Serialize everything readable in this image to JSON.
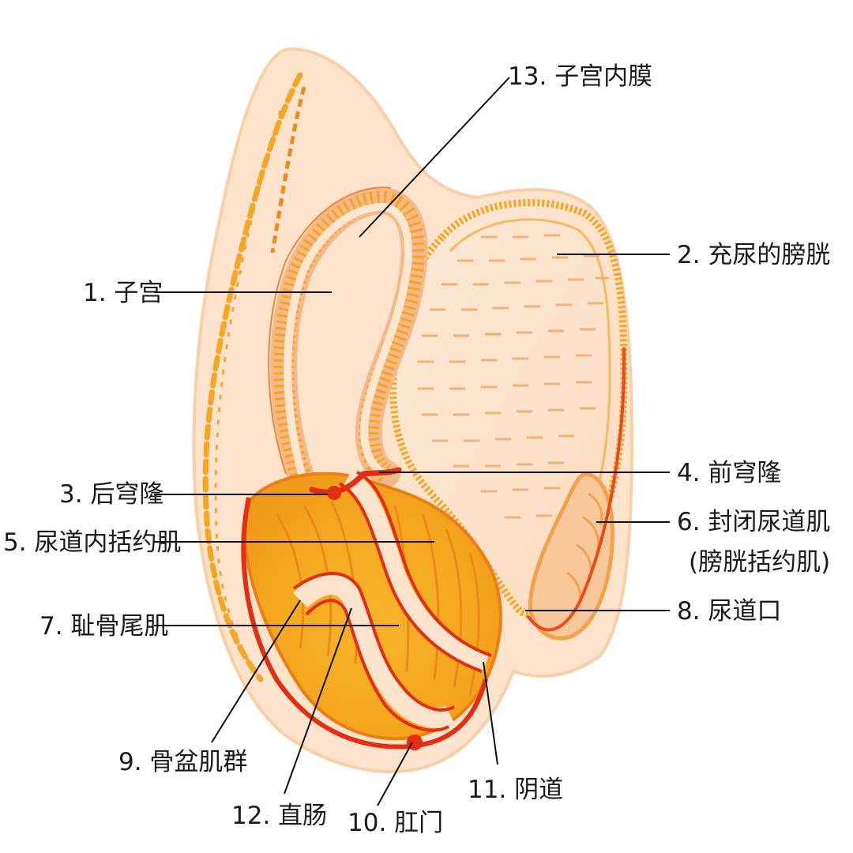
{
  "labels": {
    "l1": "1. 子宫",
    "l2": "2. 充尿的膀胱",
    "l3": "3. 后穹隆",
    "l4": "4. 前穹隆",
    "l5": "5. 尿道内括约肌",
    "l6a": "6. 封闭尿道肌",
    "l6b": "(膀胱括约肌)",
    "l7": "7. 耻骨尾肌",
    "l8": "8. 尿道口",
    "l9": "9. 骨盆肌群",
    "l10": "10. 肛门",
    "l11": "11. 阴道",
    "l12": "12. 直肠",
    "l13": "13. 子宫内膜"
  },
  "colors": {
    "background": "#ffffff",
    "tissue": "#fbe1c8",
    "orange": "#f5a623",
    "deep_orange": "#ee7d12",
    "red": "#e42e12",
    "text": "#1a1a1a"
  }
}
